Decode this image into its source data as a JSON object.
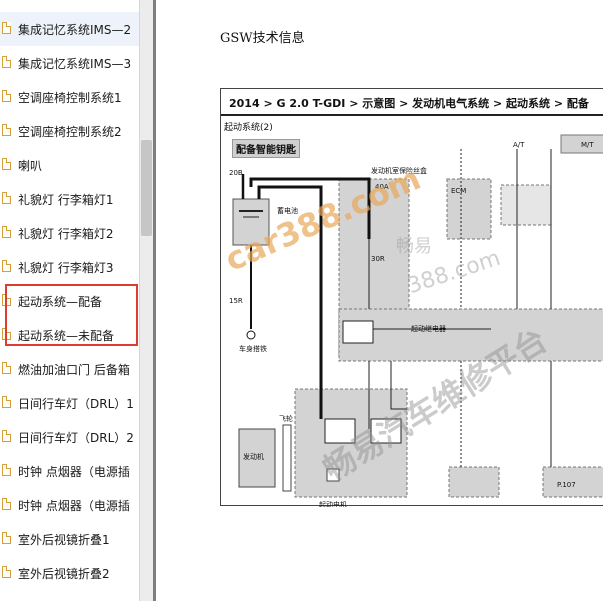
{
  "sidebar": {
    "items": [
      {
        "label": "集成记忆系统IMS—2"
      },
      {
        "label": "集成记忆系统IMS—3"
      },
      {
        "label": "空调座椅控制系统1"
      },
      {
        "label": "空调座椅控制系统2"
      },
      {
        "label": "喇叭"
      },
      {
        "label": "礼貌灯 行李箱灯1"
      },
      {
        "label": "礼貌灯 行李箱灯2"
      },
      {
        "label": "礼貌灯 行李箱灯3"
      },
      {
        "label": "起动系统—配备"
      },
      {
        "label": "起动系统—未配备"
      },
      {
        "label": "燃油加油口门 后备箱"
      },
      {
        "label": "日间行车灯（DRL）1"
      },
      {
        "label": "日间行车灯（DRL）2"
      },
      {
        "label": "时钟 点烟器（电源插"
      },
      {
        "label": "时钟 点烟器（电源插"
      },
      {
        "label": "室外后视镜折叠1"
      },
      {
        "label": "室外后视镜折叠2"
      }
    ]
  },
  "document": {
    "title": "GSW技术信息",
    "diagram": {
      "breadcrumb": "2014 > G 2.0 T-GDI > 示意图 > 发动机电气系统 > 起动系统 > 配备",
      "section_label": "起动系统(2)",
      "subtitle": "配备智能钥匙",
      "labels": {
        "battery": "蓄电池",
        "engine_room_fuse": "发动机室保险丝盒",
        "starter_relay": "起动继电器",
        "ecm": "ECM",
        "engine": "发动机",
        "flywheel": "飞轮",
        "starter_motor": "起动电机",
        "body_ground": "车身搭铁",
        "wire_15r": "15R",
        "wire_20b": "20B",
        "wire_30r": "30R",
        "wire_40a": "40A",
        "wire_at": "A/T",
        "wire_mt": "M/T",
        "ref_p107": "P.107"
      }
    }
  },
  "watermarks": {
    "a": "car388.com",
    "b": "畅易",
    "c": "388.com",
    "d": "畅易汽车维修平台"
  },
  "colors": {
    "selection": "#e13b30",
    "diagram_fill": "#d3d3d3",
    "watermark": "#e8a65a"
  }
}
